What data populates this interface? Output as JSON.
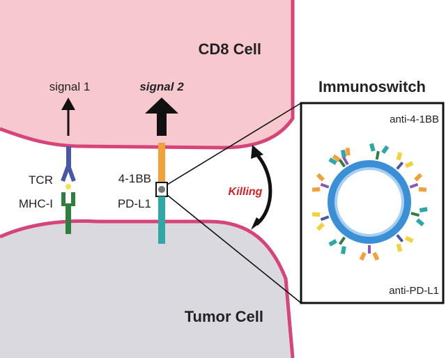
{
  "cells": {
    "top": "CD8 Cell",
    "bottom": "Tumor Cell"
  },
  "signals": {
    "signal1": "signal 1",
    "signal2": "signal 2"
  },
  "receptors": {
    "tcr": "TCR",
    "mhc": "MHC-I",
    "costim": "4-1BB",
    "checkpoint": "PD-L1"
  },
  "interaction": {
    "killing": "Killing"
  },
  "inset": {
    "title": "Immunoswitch",
    "top_antibody": "anti-4-1BB",
    "bottom_antibody": "anti-PD-L1"
  },
  "colors": {
    "cd8_fill": "#f7c9cf",
    "cd8_membrane": "#d6457a",
    "tumor_fill": "#d9d9df",
    "tumor_membrane": "#d6457a",
    "tcr": "#4a57a8",
    "mhc": "#2f7d3f",
    "costim": "#f2a03a",
    "checkpoint": "#2fa7a7",
    "particle": "#3a8fd6",
    "killing_text": "#d81f26"
  }
}
